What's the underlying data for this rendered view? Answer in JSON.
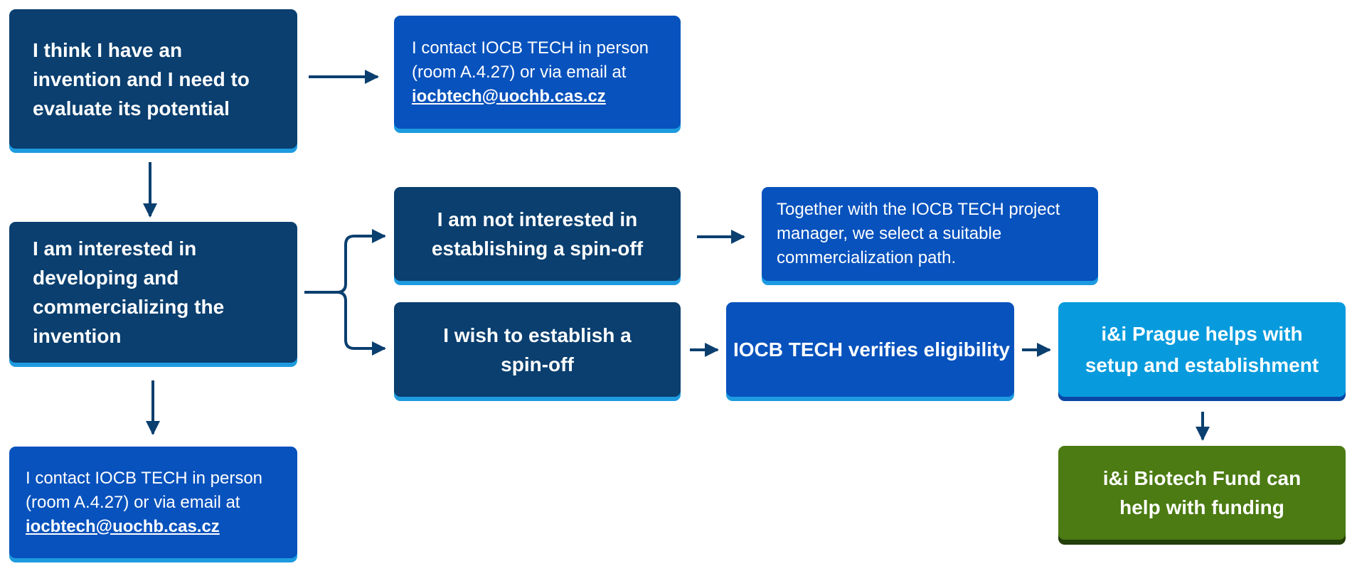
{
  "colors": {
    "navy": "#0a3f6f",
    "blue": "#0752bd",
    "light_blue": "#079bdd",
    "green": "#4b7b12",
    "accent_cyan": "#1e9be0",
    "arrow": "#0a3f6f"
  },
  "invention_box": {
    "lines": [
      "I think I have an",
      "invention and I need to",
      "evaluate its potential"
    ]
  },
  "contact_top": {
    "lines": [
      "I contact IOCB TECH in person",
      "(room A.4.27)  or via email at"
    ],
    "email": "iocbtech@uochb.cas.cz"
  },
  "interested_box": {
    "lines": [
      "I am interested in",
      "developing and",
      "commercializing the",
      "invention"
    ]
  },
  "not_spinoff_box": {
    "lines": [
      "I am not interested in",
      "establishing a spin-off"
    ]
  },
  "together_box": {
    "lines": [
      "Together with the IOCB TECH project",
      "manager, we select a suitable",
      "commercialization path."
    ]
  },
  "spinoff_box": {
    "lines": [
      "I wish to establish a",
      "spin-off"
    ]
  },
  "verifies_box": {
    "lines": [
      "IOCB TECH verifies eligibility"
    ]
  },
  "prague_box": {
    "lines": [
      "i&i Prague  helps with",
      "setup  and establishment"
    ]
  },
  "contact_bottom": {
    "lines": [
      "I contact IOCB TECH in person",
      "(room A.4.27)  or via email at"
    ],
    "email": "iocbtech@uochb.cas.cz"
  },
  "fund_box": {
    "lines": [
      "i&i Biotech Fund can",
      "help with funding"
    ]
  }
}
